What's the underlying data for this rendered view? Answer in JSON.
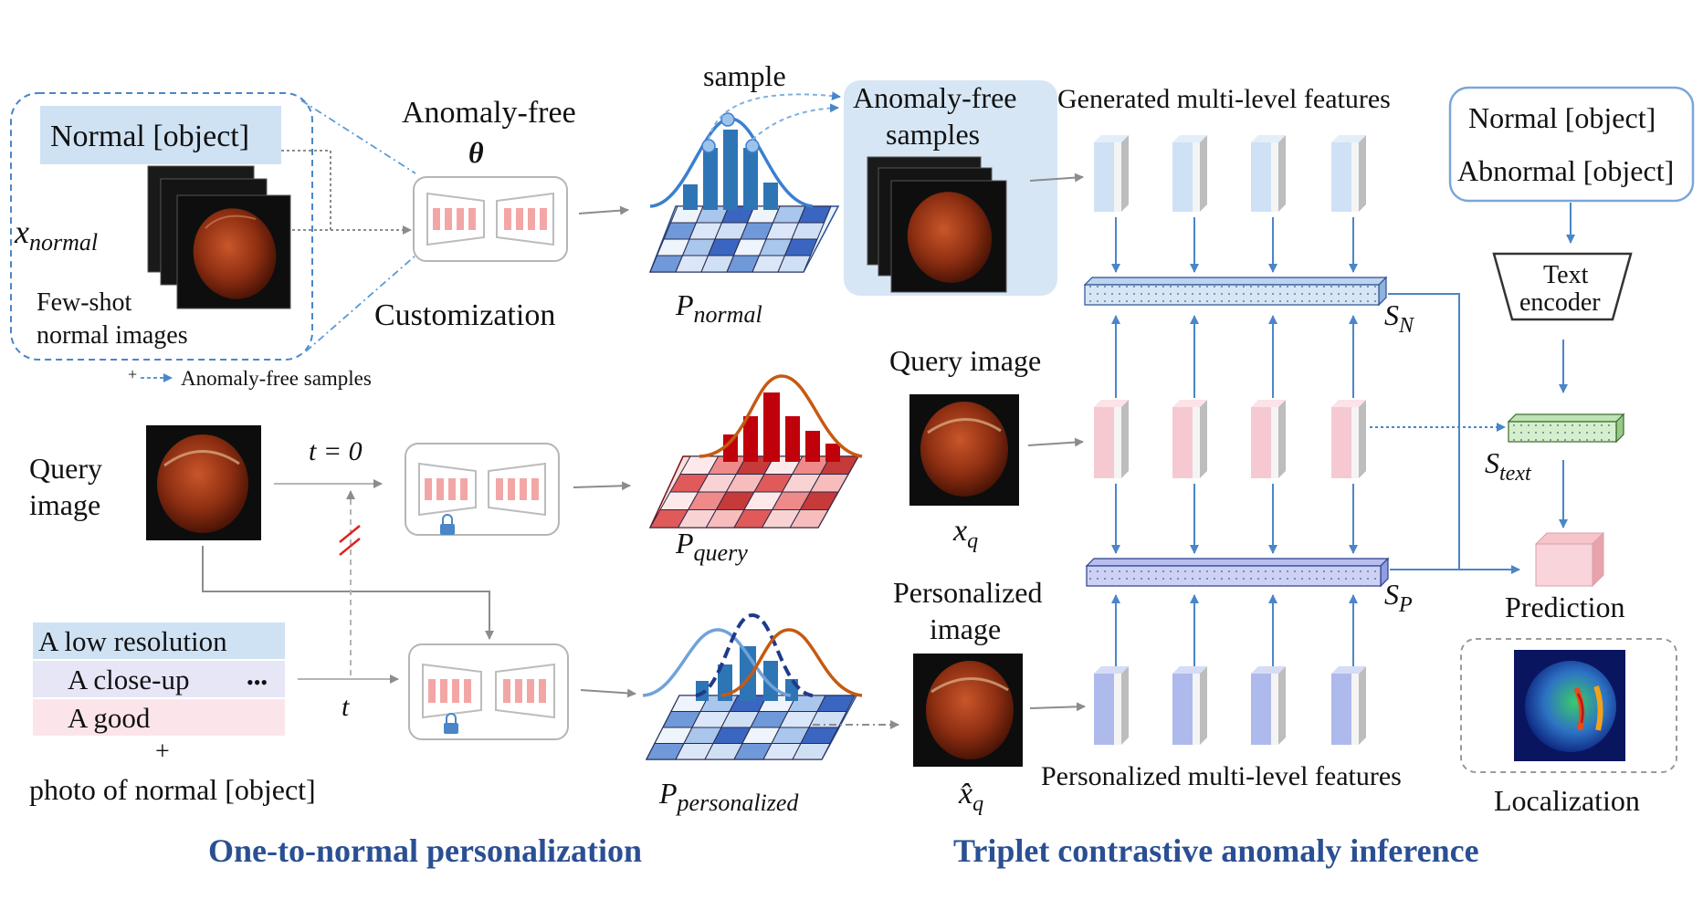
{
  "left": {
    "normal_prompt": "Normal [object]",
    "x_normal": "x",
    "x_normal_sub": "normal",
    "few_shot_line1": "Few-shot",
    "few_shot_line2": "normal images",
    "anomaly_free_samples_legend": "Anomaly-free samples",
    "legend_plus": "+",
    "anomaly_free_title": "Anomaly-free",
    "theta": "θ",
    "customization": "Customization",
    "sample": "sample",
    "p_normal": "P",
    "p_normal_sub": "normal",
    "query_image_line1": "Query",
    "query_image_line2": "image",
    "t_zero": "t = 0",
    "t": "t",
    "p_query": "P",
    "p_query_sub": "query",
    "prompt_line1": "A low resolution",
    "prompt_line2": "A close-up",
    "prompt_dots": "•••",
    "prompt_line3": "A  good",
    "prompt_plus": "+",
    "prompt_line4": "photo of normal [object]",
    "p_personalized": "P",
    "p_personalized_sub": "personalized",
    "section_title": "One-to-normal personalization"
  },
  "right": {
    "anomaly_free_line1": "Anomaly-free",
    "anomaly_free_line2": "samples",
    "generated_features": "Generated multi-level features",
    "text_box_line1": "Normal [object]",
    "text_box_line2": "Abnormal [object]",
    "text_encoder_line1": "Text",
    "text_encoder_line2": "encoder",
    "s_n": "S",
    "s_n_sub": "N",
    "query_image": "Query image",
    "x_q": "x",
    "x_q_sub": "q",
    "s_text": "S",
    "s_text_sub": "text",
    "personalized_line1": "Personalized",
    "personalized_line2": "image",
    "x_hat_q": "x̂",
    "x_hat_q_sub": "q",
    "s_p": "S",
    "s_p_sub": "P",
    "prediction": "Prediction",
    "personalized_features": "Personalized multi-level features",
    "localization": "Localization",
    "section_title": "Triplet contrastive anomaly inference"
  },
  "colors": {
    "accent_blue": "#5b9bd5",
    "dark_blue_bar": "#2e75b6",
    "red_bar": "#c0000a",
    "orange_curve": "#c55a11",
    "section_title": "#2a4f93",
    "prompt_bg_blue": "#cfe2f3",
    "prompt_bg_red": "#fbe5ea",
    "prompt_bg_purple": "#e6e6f7"
  }
}
